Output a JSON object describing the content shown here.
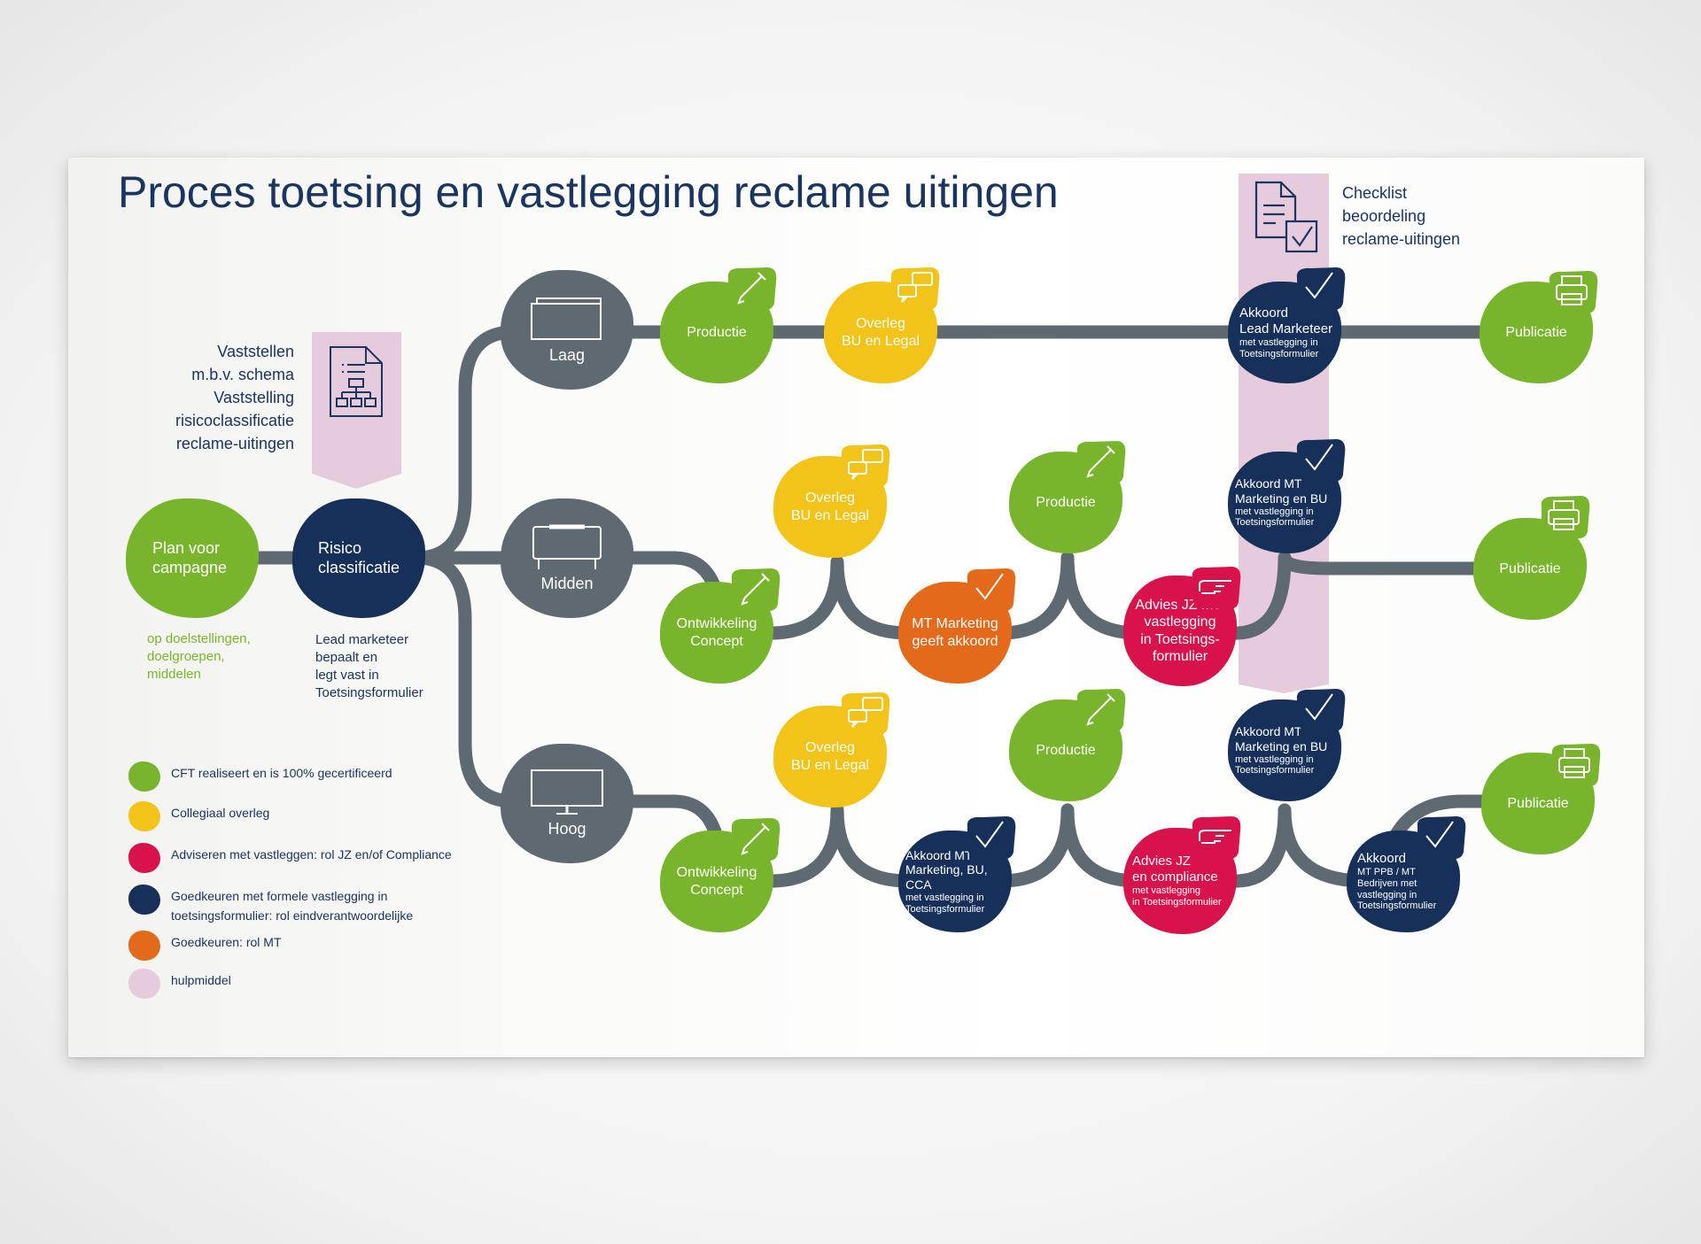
{
  "title": "Proces toetsing en vastlegging reclame uitingen",
  "colors": {
    "green": "#79b52c",
    "yellow": "#f2c318",
    "red": "#d8124a",
    "navy": "#17305a",
    "orange": "#e46a1b",
    "pink": "#e6cbdc",
    "gray": "#5f6972"
  },
  "tools": {
    "checklist": "Checklist\nbeoordeling\nreclame-uitingen",
    "schema": "Vaststellen\nm.b.v. schema\nVaststelling\nrisicoclassificatie\nreclame-uitingen"
  },
  "start": {
    "plan": "Plan voor\ncampagne",
    "plan_note": "op doelstellingen,\ndoelgroepen,\nmiddelen",
    "risk": "Risico\nclassificatie",
    "risk_note": "Lead marketeer\nbepaalt en\nlegt vast in\nToetsingsformulier"
  },
  "levels": {
    "laag": "Laag",
    "midden": "Midden",
    "hoog": "Hoog"
  },
  "laag_row": {
    "productie": "Productie",
    "overleg": "Overleg\nBU en Legal",
    "akkoord_title": "Akkoord\nLead Marketeer",
    "akkoord_note": "met vastlegging in\nToetsingsformulier",
    "publicatie": "Publicatie"
  },
  "midden_row": {
    "ontwikkeling": "Ontwikkeling\nConcept",
    "overleg": "Overleg\nBU en Legal",
    "mt_akkoord": "MT Marketing\ngeeft akkoord",
    "productie": "Productie",
    "advies": "Advies JZ met\nvastlegging\nin Toetsings-\nformulier",
    "akkoord_title": "Akkoord MT\nMarketing en BU",
    "akkoord_note": "met vastlegging in\nToetsingsformulier",
    "publicatie": "Publicatie"
  },
  "hoog_row": {
    "ontwikkeling": "Ontwikkeling\nConcept",
    "overleg": "Overleg\nBU en Legal",
    "akkoord_mt_title": "Akkoord MT\nMarketing, BU, CCA",
    "akkoord_mt_note": "met vastlegging in\nToetsingsformulier",
    "productie": "Productie",
    "advies_title": "Advies JZ\nen compliance",
    "advies_note": "met vastlegging\nin Toetsingsformulier",
    "akkoord_bu_title": "Akkoord MT\nMarketing en BU",
    "akkoord_bu_note": "met vastlegging in\nToetsingsformulier",
    "akkoord_ppb_title": "Akkoord",
    "akkoord_ppb_note": "MT PPB / MT\nBedrijven met\nvastlegging in\nToetsingsformulier",
    "publicatie": "Publicatie"
  },
  "legend": [
    {
      "text": "CFT realiseert en is 100% gecertificeerd",
      "color": "#79b52c"
    },
    {
      "text": "Collegiaal overleg",
      "color": "#f2c318"
    },
    {
      "text": "Adviseren met vastleggen: rol JZ en/of Compliance",
      "color": "#d8124a"
    },
    {
      "text": "Goedkeuren met formele vastlegging in\ntoetsingsformulier: rol eindverantwoordelijke",
      "color": "#17305a"
    },
    {
      "text": "Goedkeuren: rol MT",
      "color": "#e46a1b"
    },
    {
      "text": "hulpmiddel",
      "color": "#e6cbdc"
    }
  ]
}
